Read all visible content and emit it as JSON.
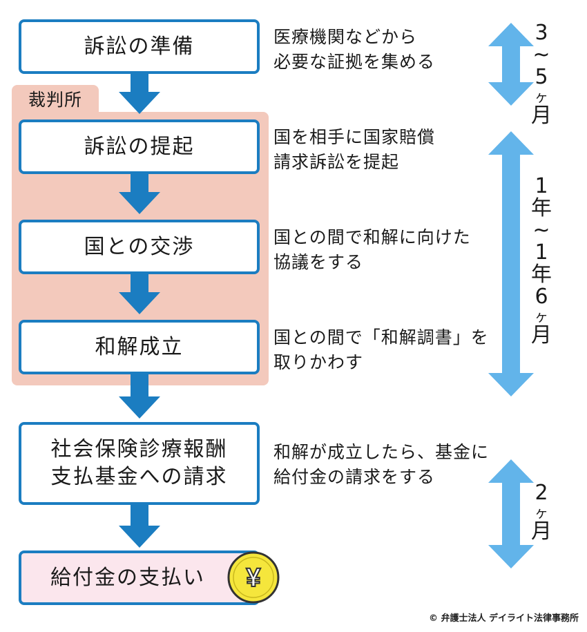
{
  "court": {
    "label": "裁判所"
  },
  "steps": [
    {
      "title": "訴訟の準備"
    },
    {
      "title": "訴訟の提起"
    },
    {
      "title": "国との交渉"
    },
    {
      "title": "和解成立"
    },
    {
      "title": "社会保険診療報酬\n支払基金への請求"
    },
    {
      "title": "給付金の支払い"
    }
  ],
  "descriptions": [
    "医療機関などから\n必要な証拠を集める",
    "国を相手に国家賠償\n請求訴訟を提起",
    "国との間で和解に向けた\n協議をする",
    "国との間で「和解調書」を\n取りかわす",
    "和解が成立したら、基金に\n給付金の請求をする"
  ],
  "durations": {
    "d1": [
      "3",
      "~",
      "5",
      "ヶ",
      "月"
    ],
    "d2": [
      "1",
      "年",
      "~",
      "1",
      "年",
      "6",
      "ヶ",
      "月"
    ],
    "d3": [
      "2",
      "ヶ",
      "月"
    ]
  },
  "yen_symbol": "¥",
  "copyright": "© 弁護士法人 デイライト法律事務所",
  "colors": {
    "step_border": "#1b7dc1",
    "flow_arrow": "#1b7dc1",
    "duration_arrow": "#62b4ea",
    "court_bg": "#f3c9bc",
    "final_step_bg": "#fbe6ed",
    "yen_coin": "#f5e63c"
  }
}
